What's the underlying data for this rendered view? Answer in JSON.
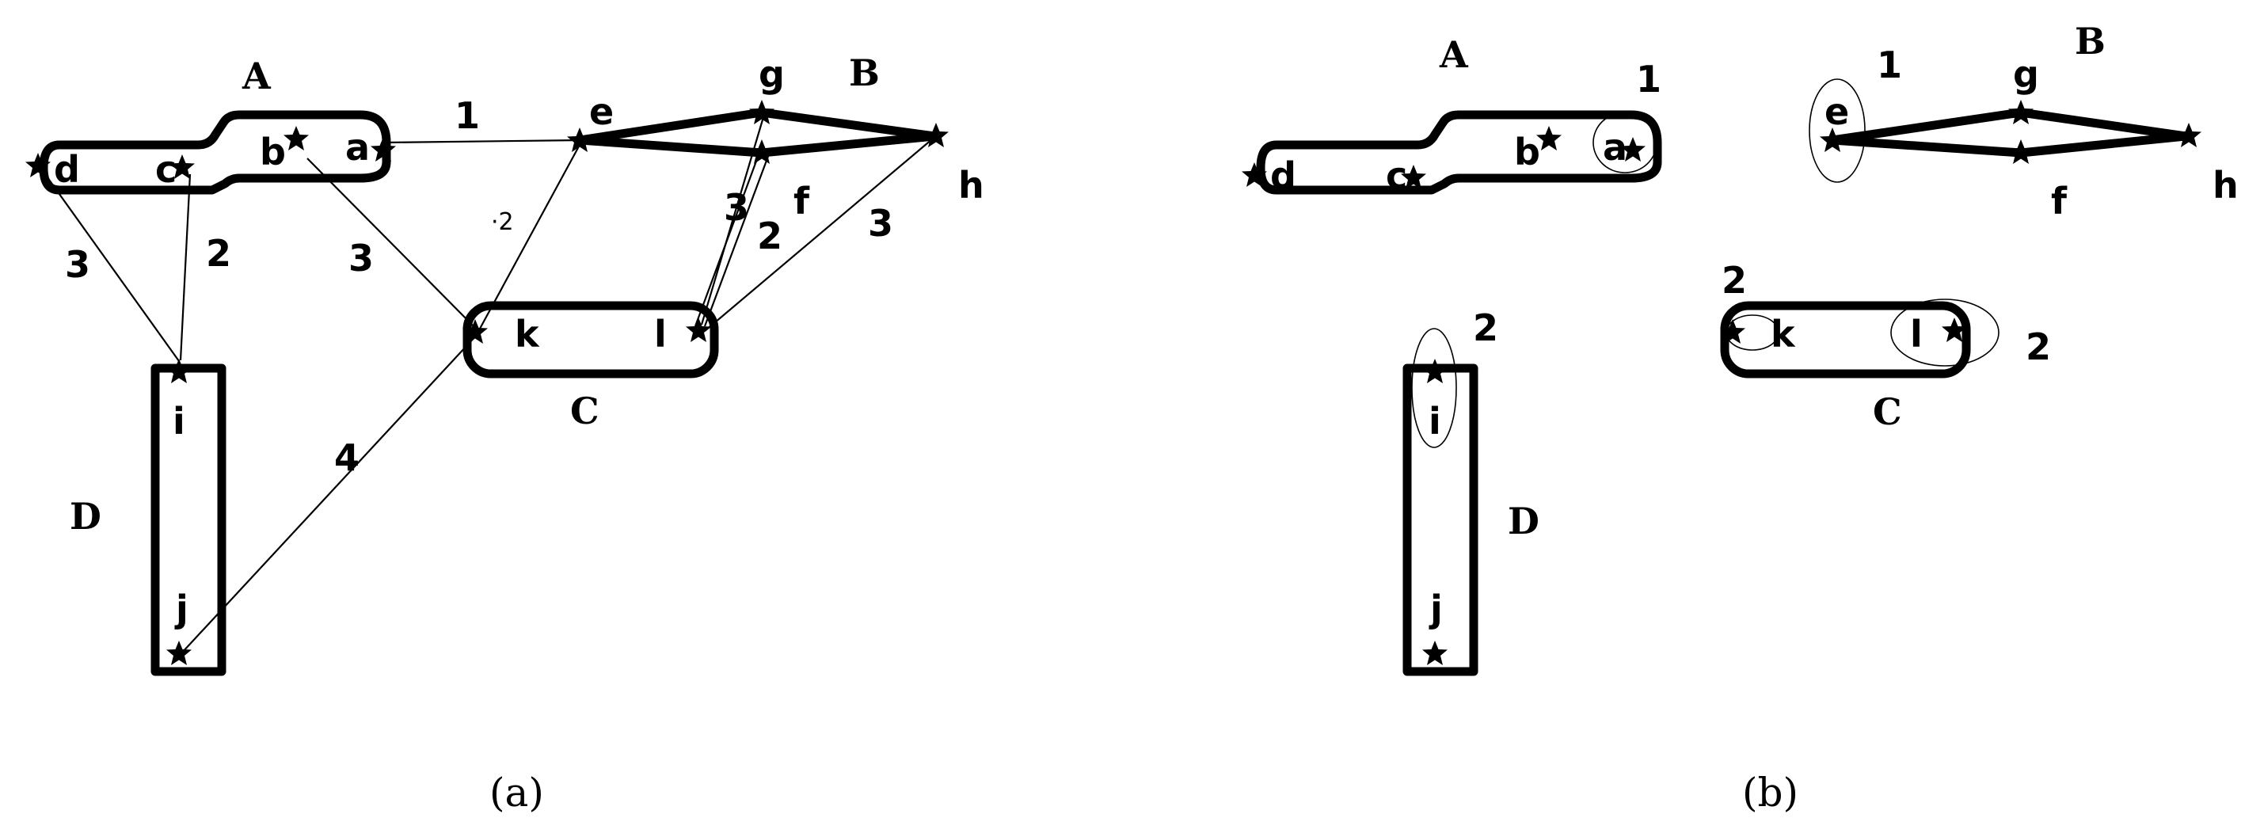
{
  "panel_a": {
    "caption": "(a)",
    "clusters": {
      "A": "A",
      "B": "B",
      "C": "C",
      "D": "D"
    },
    "nodes": {
      "a": "a",
      "b": "b",
      "c": "c",
      "d": "d",
      "e": "e",
      "f": "f",
      "g": "g",
      "h": "h",
      "i": "i",
      "j": "j",
      "k": "k",
      "l": "l"
    },
    "weights": {
      "a_e": "1",
      "c_i": "2",
      "d_i": "3",
      "b_k": "3",
      "e_k": "·2",
      "f_l": "3",
      "f_l_b": "2",
      "h_l": "3",
      "j_k": "4"
    }
  },
  "panel_b": {
    "caption": "(b)",
    "clusters": {
      "A": "A",
      "B": "B",
      "C": "C",
      "D": "D"
    },
    "nodes": {
      "a": "a",
      "b": "b",
      "c": "c",
      "d": "d",
      "e": "e",
      "f": "f",
      "g": "g",
      "h": "h",
      "i": "i",
      "j": "j",
      "k": "k",
      "l": "l"
    },
    "weights": {
      "a": "1",
      "e": "1",
      "i": "2",
      "k": "2",
      "l": "2"
    }
  }
}
